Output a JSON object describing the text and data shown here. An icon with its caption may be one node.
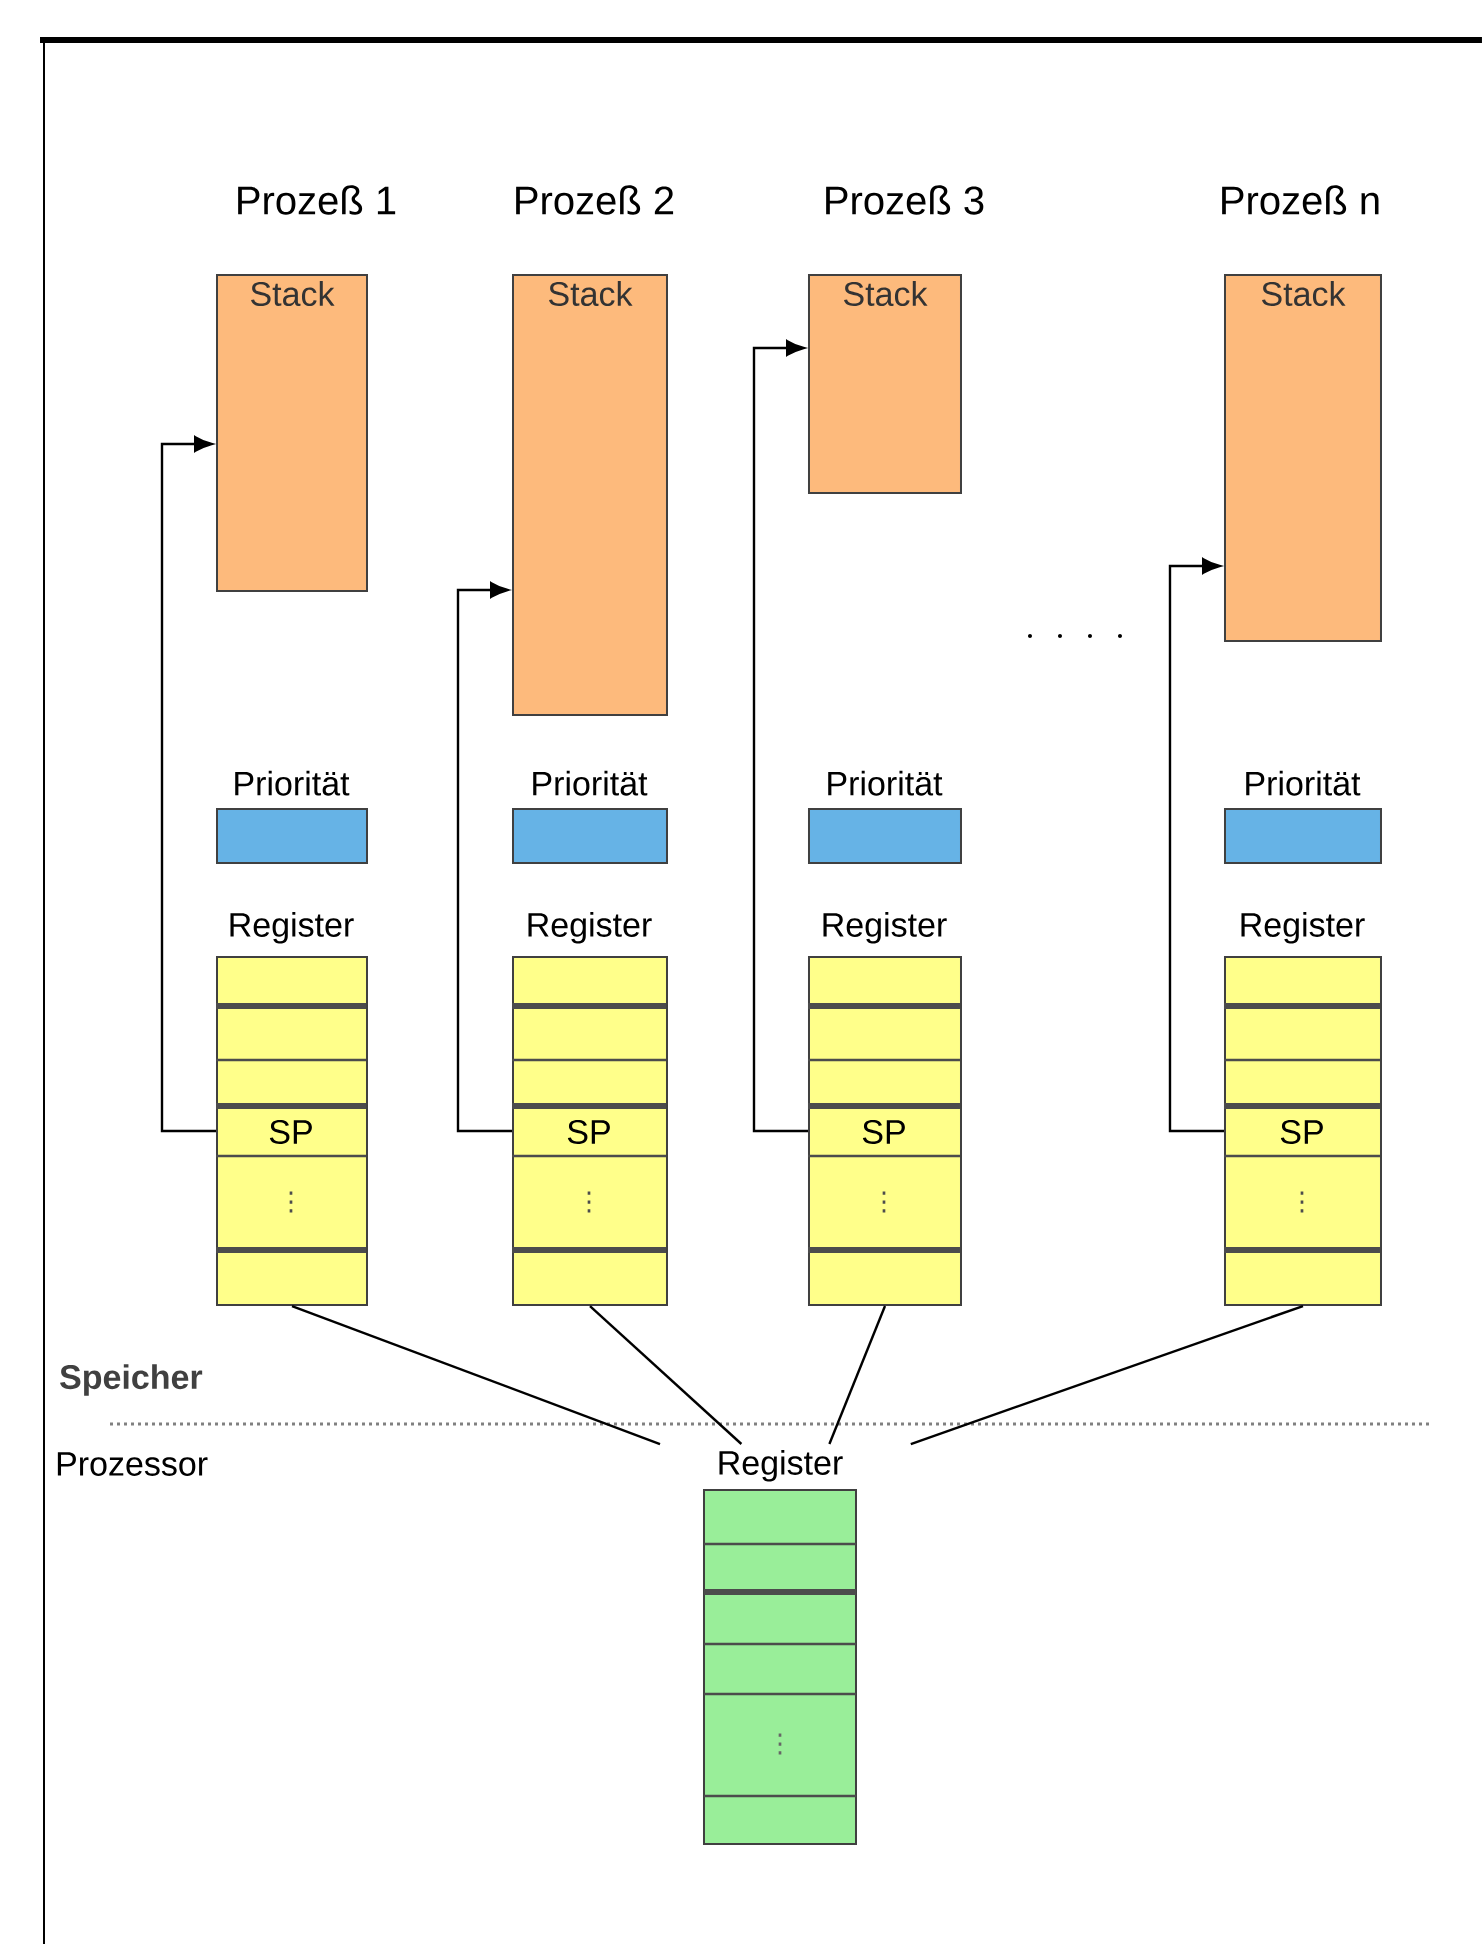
{
  "diagram": {
    "nodes": [
      {
        "text": [
          "Stack"
        ]
      },
      {
        "text": [
          "Priorität"
        ]
      },
      {
        "text": [
          "Register",
          "SP",
          "⋮"
        ]
      },
      {
        "text": [
          "Stack"
        ]
      },
      {
        "text": [
          "Priorität"
        ]
      },
      {
        "text": [
          "Register",
          "SP",
          "⋮"
        ]
      },
      {
        "text": [
          "Stack"
        ]
      },
      {
        "text": [
          "Priorität"
        ]
      },
      {
        "text": [
          "Register",
          "SP",
          "⋮"
        ]
      },
      {
        "text": [
          "Stack"
        ]
      },
      {
        "text": [
          "Priorität"
        ]
      },
      {
        "text": [
          "Register",
          "SP",
          "⋮"
        ]
      },
      {
        "text": [
          "Register",
          "⋮"
        ]
      }
    ],
    "edges": [
      {
        "from": 2,
        "to": 0,
        "arrow": "to"
      },
      {
        "from": 5,
        "to": 3,
        "arrow": "to"
      },
      {
        "from": 8,
        "to": 6,
        "arrow": "to"
      },
      {
        "from": 11,
        "to": 9,
        "arrow": "to"
      },
      {
        "from": 2,
        "to": 12,
        "arrow": "none"
      },
      {
        "from": 5,
        "to": 12,
        "arrow": "none"
      },
      {
        "from": 8,
        "to": 12,
        "arrow": "none"
      },
      {
        "from": 11,
        "to": 12,
        "arrow": "none"
      }
    ],
    "labels": [
      "Prozeß 1",
      "Prozeß 2",
      "Prozeß 3",
      "Prozeß n",
      "Speicher",
      "Prozessor"
    ]
  }
}
